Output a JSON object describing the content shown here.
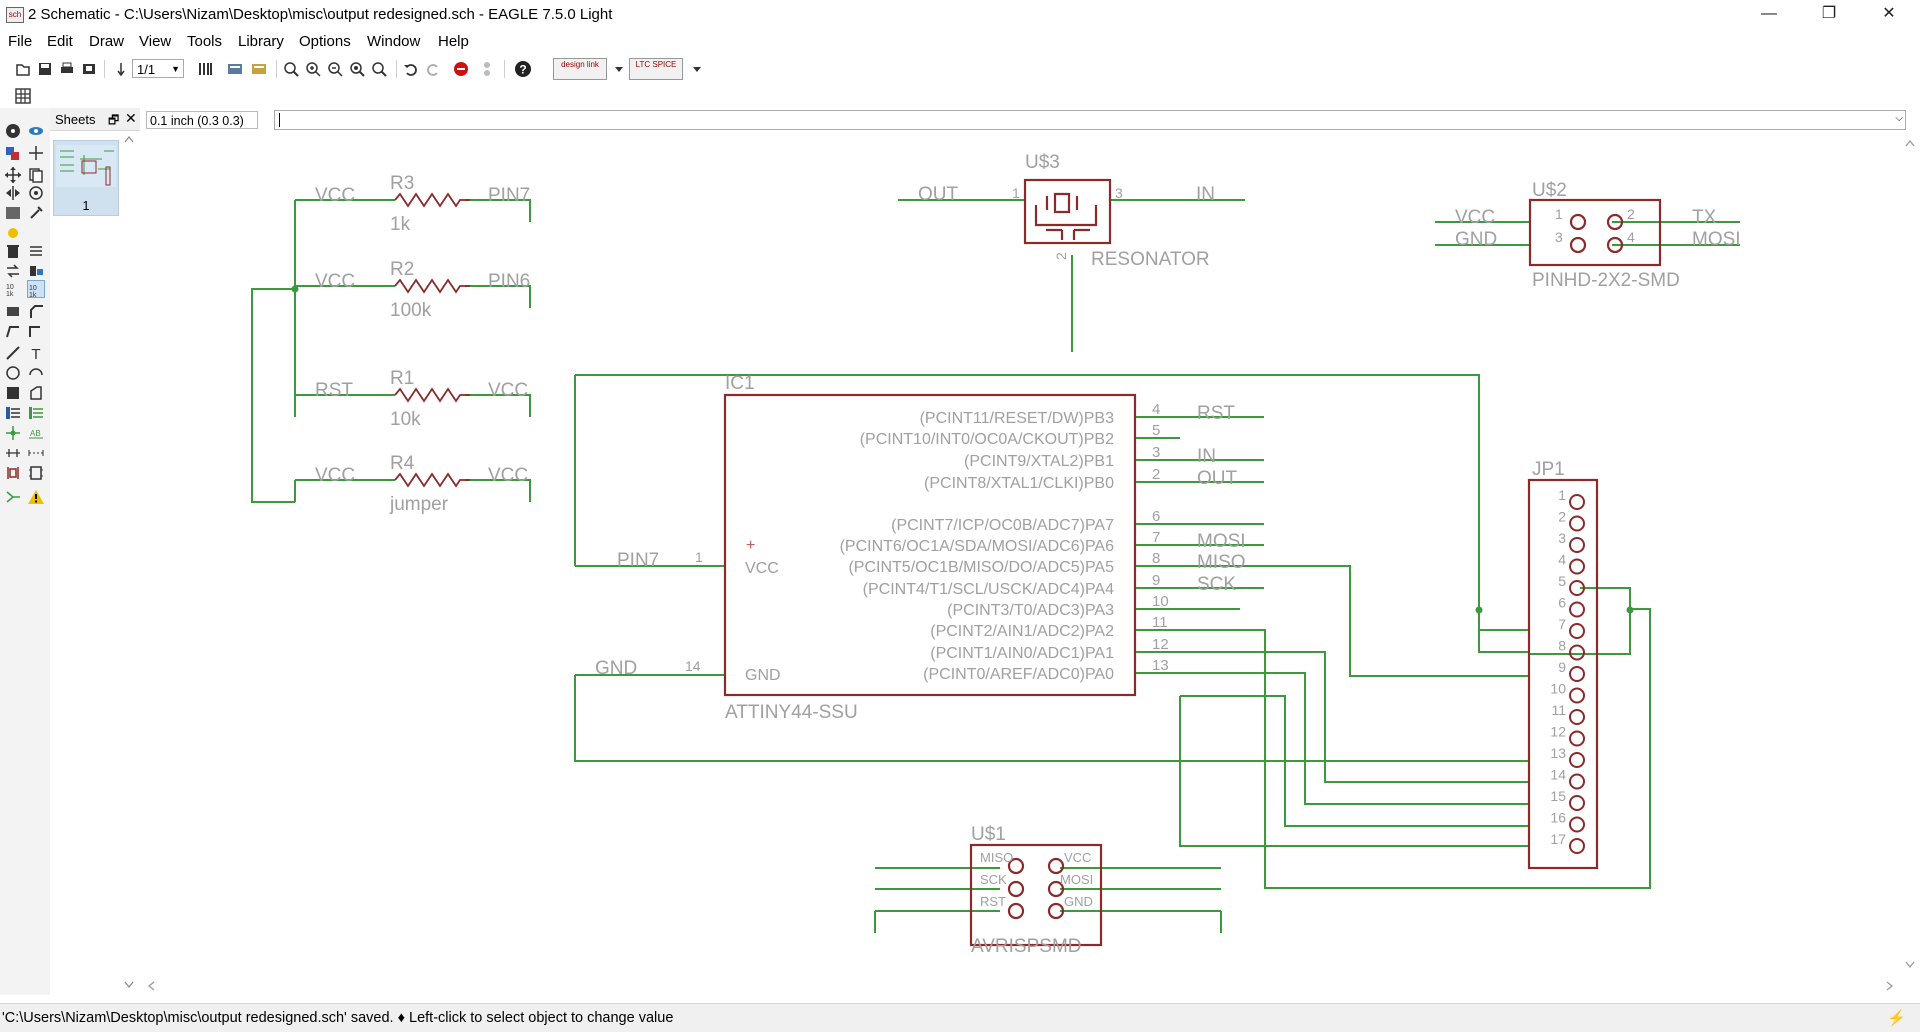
{
  "window": {
    "title": "2 Schematic - C:\\Users\\Nizam\\Desktop\\misc\\output redesigned.sch - EAGLE 7.5.0 Light",
    "minimize": "—",
    "maximize": "❐",
    "close": "✕"
  },
  "menu": [
    "File",
    "Edit",
    "Draw",
    "View",
    "Tools",
    "Library",
    "Options",
    "Window",
    "Help"
  ],
  "toolbar": {
    "sheet_select": "1/1",
    "design_link_label": "design link",
    "ltspice_label": "LTC SPICE"
  },
  "sheets_panel": {
    "title": "Sheets",
    "pin": "🗗",
    "close": "✕",
    "sheet_number": "1"
  },
  "command": {
    "grid_label": "0.1 inch (0.3 0.3)",
    "value": ""
  },
  "schematic": {
    "r3": {
      "name": "R3",
      "value": "1k",
      "left_net": "VCC",
      "right_net": "PIN7"
    },
    "r2": {
      "name": "R2",
      "value": "100k",
      "left_net": "VCC",
      "right_net": "PIN6"
    },
    "r1": {
      "name": "R1",
      "value": "10k",
      "left_net": "RST",
      "right_net": "VCC"
    },
    "r4": {
      "name": "R4",
      "value": "jumper",
      "left_net": "VCC",
      "right_net": "VCC"
    },
    "u3": {
      "name": "U$3",
      "value": "RESONATOR",
      "left_net": "OUT",
      "right_net": "IN",
      "pin1": "1",
      "pin2": "2",
      "pin3": "3"
    },
    "u2": {
      "name": "U$2",
      "value": "PINHD-2X2-SMD",
      "nets_left": [
        "VCC",
        "GND"
      ],
      "nets_right": [
        "TX",
        "MOSI"
      ],
      "pins_left": [
        "1",
        "3"
      ],
      "pins_right": [
        "2",
        "4"
      ]
    },
    "ic1": {
      "name": "IC1",
      "value": "ATTINY44-SSU",
      "left_pins": [
        {
          "num": "1",
          "label": "VCC",
          "net": "PIN7"
        },
        {
          "num": "14",
          "label": "GND",
          "net": "GND"
        }
      ],
      "right_pins": [
        {
          "label": "(PCINT11/RESET/DW)PB3",
          "num": "4",
          "net": "RST"
        },
        {
          "label": "(PCINT10/INT0/OC0A/CKOUT)PB2",
          "num": "5",
          "net": ""
        },
        {
          "label": "(PCINT9/XTAL2)PB1",
          "num": "3",
          "net": "IN"
        },
        {
          "label": "(PCINT8/XTAL1/CLKI)PB0",
          "num": "2",
          "net": "OUT"
        },
        {
          "label": "(PCINT7/ICP/OC0B/ADC7)PA7",
          "num": "6",
          "net": ""
        },
        {
          "label": "(PCINT6/OC1A/SDA/MOSI/ADC6)PA6",
          "num": "7",
          "net": "MOSI"
        },
        {
          "label": "(PCINT5/OC1B/MISO/DO/ADC5)PA5",
          "num": "8",
          "net": "MISO"
        },
        {
          "label": "(PCINT4/T1/SCL/USCK/ADC4)PA4",
          "num": "9",
          "net": "SCK"
        },
        {
          "label": "(PCINT3/T0/ADC3)PA3",
          "num": "10",
          "net": ""
        },
        {
          "label": "(PCINT2/AIN1/ADC2)PA2",
          "num": "11",
          "net": ""
        },
        {
          "label": "(PCINT1/AIN0/ADC1)PA1",
          "num": "12",
          "net": ""
        },
        {
          "label": "(PCINT0/AREF/ADC0)PA0",
          "num": "13",
          "net": ""
        }
      ]
    },
    "jp1": {
      "name": "JP1",
      "pins": [
        "1",
        "2",
        "3",
        "4",
        "5",
        "6",
        "7",
        "8",
        "9",
        "10",
        "11",
        "12",
        "13",
        "14",
        "15",
        "16",
        "17"
      ]
    },
    "u1": {
      "name": "U$1",
      "value": "AVRISPSMD",
      "left_labels": [
        "MISO",
        "SCK",
        "RST"
      ],
      "right_labels": [
        "VCC",
        "MOSI",
        "GND"
      ]
    }
  },
  "status": {
    "message": "'C:\\Users\\Nizam\\Desktop\\misc\\output redesigned.sch' saved.  ♦ Left-click to select object to change value",
    "stop_icon": "⚡"
  },
  "colors": {
    "wire": "#3c9a3c",
    "symbol": "#8b2a2a",
    "label": "#a0a0a0",
    "junction": "#3c9a3c"
  }
}
